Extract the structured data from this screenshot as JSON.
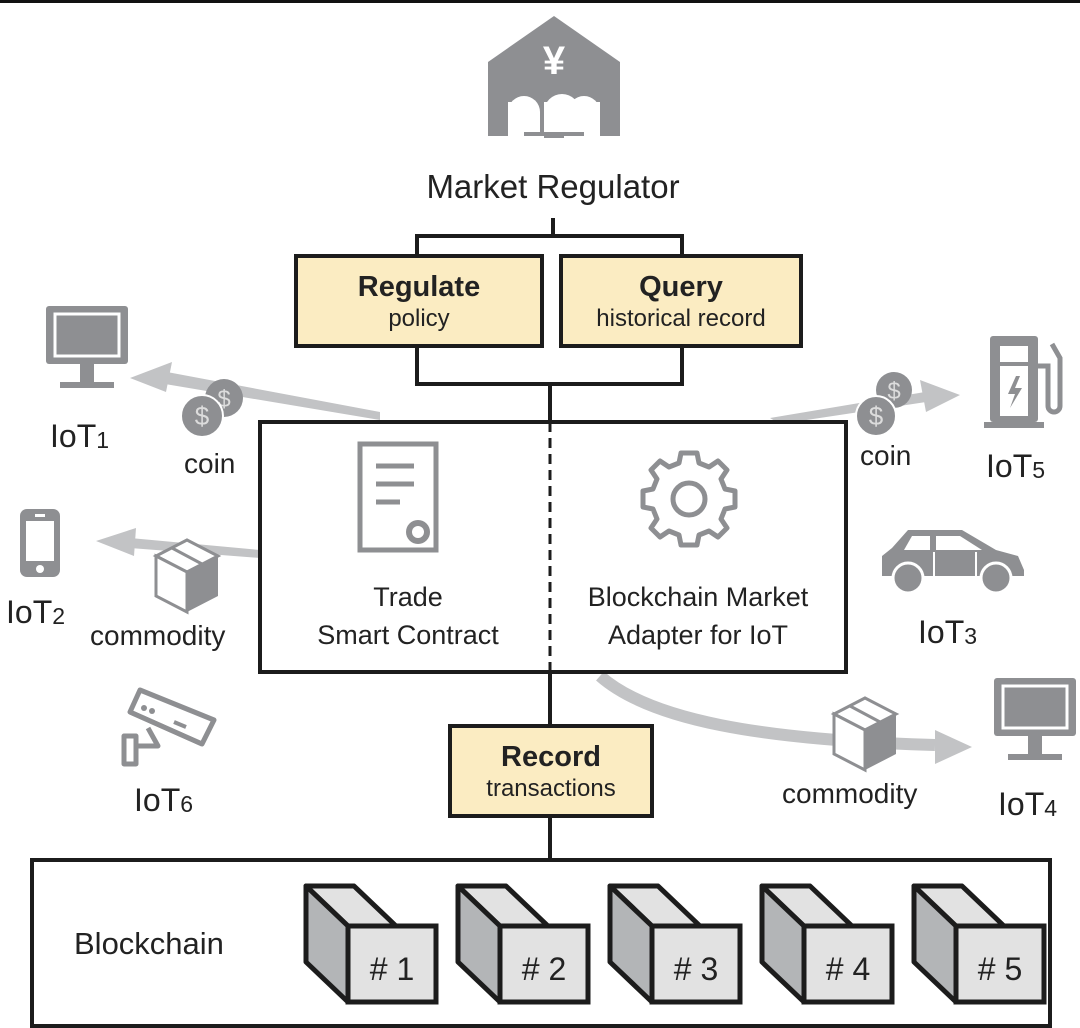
{
  "regulator": {
    "label": "Market Regulator",
    "icon": "bank-yen-icon"
  },
  "actions": {
    "regulate": {
      "title": "Regulate",
      "subtitle": "policy"
    },
    "query": {
      "title": "Query",
      "subtitle": "historical record"
    },
    "record": {
      "title": "Record",
      "subtitle": "transactions"
    }
  },
  "core": {
    "left": {
      "line1": "Trade",
      "line2": "Smart Contract",
      "icon": "contract-document-icon"
    },
    "right": {
      "line1": "Blockchain Market",
      "line2": "Adapter for IoT",
      "icon": "gear-icon"
    }
  },
  "devices": [
    {
      "id": "iot1",
      "prefix": "IoT",
      "index": "1",
      "icon": "monitor-icon"
    },
    {
      "id": "iot2",
      "prefix": "IoT",
      "index": "2",
      "icon": "smartphone-icon"
    },
    {
      "id": "iot3",
      "prefix": "IoT",
      "index": "3",
      "icon": "car-icon"
    },
    {
      "id": "iot4",
      "prefix": "IoT",
      "index": "4",
      "icon": "monitor-icon"
    },
    {
      "id": "iot5",
      "prefix": "IoT",
      "index": "5",
      "icon": "charging-station-icon"
    },
    {
      "id": "iot6",
      "prefix": "IoT",
      "index": "6",
      "icon": "security-camera-icon"
    }
  ],
  "flows": [
    {
      "label": "coin",
      "to": "iot1",
      "icon": "coin-icon"
    },
    {
      "label": "commodity",
      "to": "iot2",
      "icon": "package-icon"
    },
    {
      "label": "coin",
      "to": "iot5",
      "icon": "coin-icon"
    },
    {
      "label": "commodity",
      "to": "iot4",
      "icon": "package-icon"
    }
  ],
  "blockchain": {
    "label": "Blockchain",
    "blocks": [
      "# 1",
      "# 2",
      "# 3",
      "# 4",
      "# 5"
    ]
  },
  "colors": {
    "icon_gray": "#8e8f92",
    "arrow_gray": "#c2c3c5",
    "box_fill": "#fbecc2",
    "line": "#1c1c1c",
    "cube_side": "#b3b5b7",
    "cube_face": "#e2e2e2"
  }
}
